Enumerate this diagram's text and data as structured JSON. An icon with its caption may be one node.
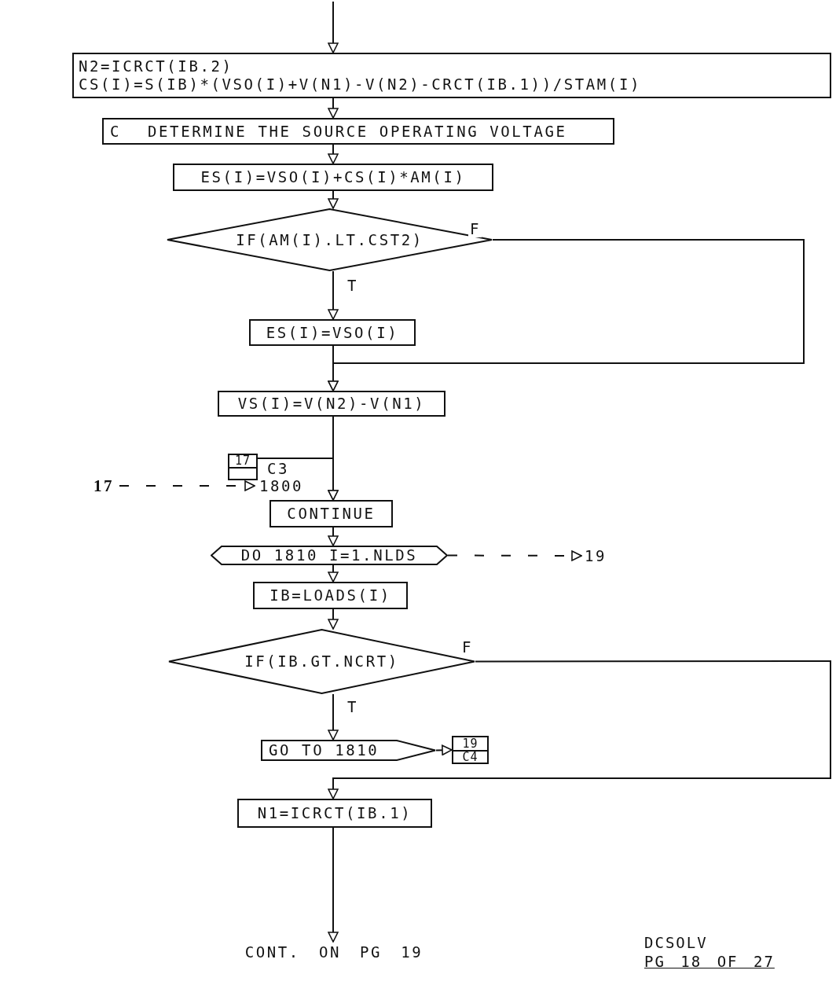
{
  "diagram": {
    "nodes": [
      {
        "text": [
          "N2=ICRCT(IB.2)",
          "CS(I)=S(IB)*(VSO(I)+V(N1)-V(N2)-CRCT(IB.1))/STAM(I)"
        ]
      },
      {
        "text": [
          "C",
          "DETERMINE THE SOURCE OPERATING VOLTAGE"
        ]
      },
      {
        "text": [
          "ES(I)=VSO(I)+CS(I)*AM(I)"
        ]
      },
      {
        "text": [
          "IF(AM(I).LT.CST2)"
        ]
      },
      {
        "text": [
          "ES(I)=VSO(I)"
        ]
      },
      {
        "text": [
          "VS(I)=V(N2)-V(N1)"
        ]
      },
      {
        "text": [
          "17"
        ],
        "beside": [
          "C3"
        ]
      },
      {
        "text": [
          "17"
        ]
      },
      {
        "text": [
          "CONTINUE"
        ],
        "beside": [
          "1800"
        ]
      },
      {
        "text": [
          "DO 1810 I=1.NLDS"
        ]
      },
      {
        "text": [
          "19"
        ]
      },
      {
        "text": [
          "IB=LOADS(I)"
        ]
      },
      {
        "text": [
          "IF(IB.GT.NCRT)"
        ]
      },
      {
        "text": [
          "GO TO 1810"
        ]
      },
      {
        "text": [
          "19",
          "C4"
        ]
      },
      {
        "text": [
          "N1=ICRCT(IB.1)"
        ]
      },
      {
        "text": [
          "CONT. ON PG 19"
        ]
      }
    ],
    "edges": [
      {
        "from": null,
        "to": 0,
        "arrow": "to"
      },
      {
        "from": 0,
        "to": 1,
        "arrow": "to"
      },
      {
        "from": 1,
        "to": 2,
        "arrow": "to"
      },
      {
        "from": 2,
        "to": 3,
        "arrow": "to"
      },
      {
        "from": 3,
        "to": 4,
        "arrow": "to",
        "label": "T"
      },
      {
        "from": 3,
        "to": 5,
        "arrow": "to",
        "label": "F"
      },
      {
        "from": 4,
        "to": 5,
        "arrow": "to"
      },
      {
        "from": 5,
        "to": 8,
        "arrow": "to"
      },
      {
        "from": 6,
        "to": 8,
        "arrow": "to"
      },
      {
        "from": 7,
        "to": 8,
        "arrow": "to",
        "style": "dashed"
      },
      {
        "from": 8,
        "to": 9,
        "arrow": "to"
      },
      {
        "from": 9,
        "to": 10,
        "arrow": "to",
        "style": "dashed"
      },
      {
        "from": 9,
        "to": 11,
        "arrow": "to"
      },
      {
        "from": 11,
        "to": 12,
        "arrow": "to"
      },
      {
        "from": 12,
        "to": 13,
        "arrow": "to",
        "label": "T"
      },
      {
        "from": 13,
        "to": 14,
        "arrow": "to"
      },
      {
        "from": 12,
        "to": 15,
        "arrow": "to",
        "label": "F"
      },
      {
        "from": 15,
        "to": 16,
        "arrow": "to"
      }
    ],
    "labels": [
      "DCSOLV",
      "PG 18 OF 27"
    ]
  }
}
